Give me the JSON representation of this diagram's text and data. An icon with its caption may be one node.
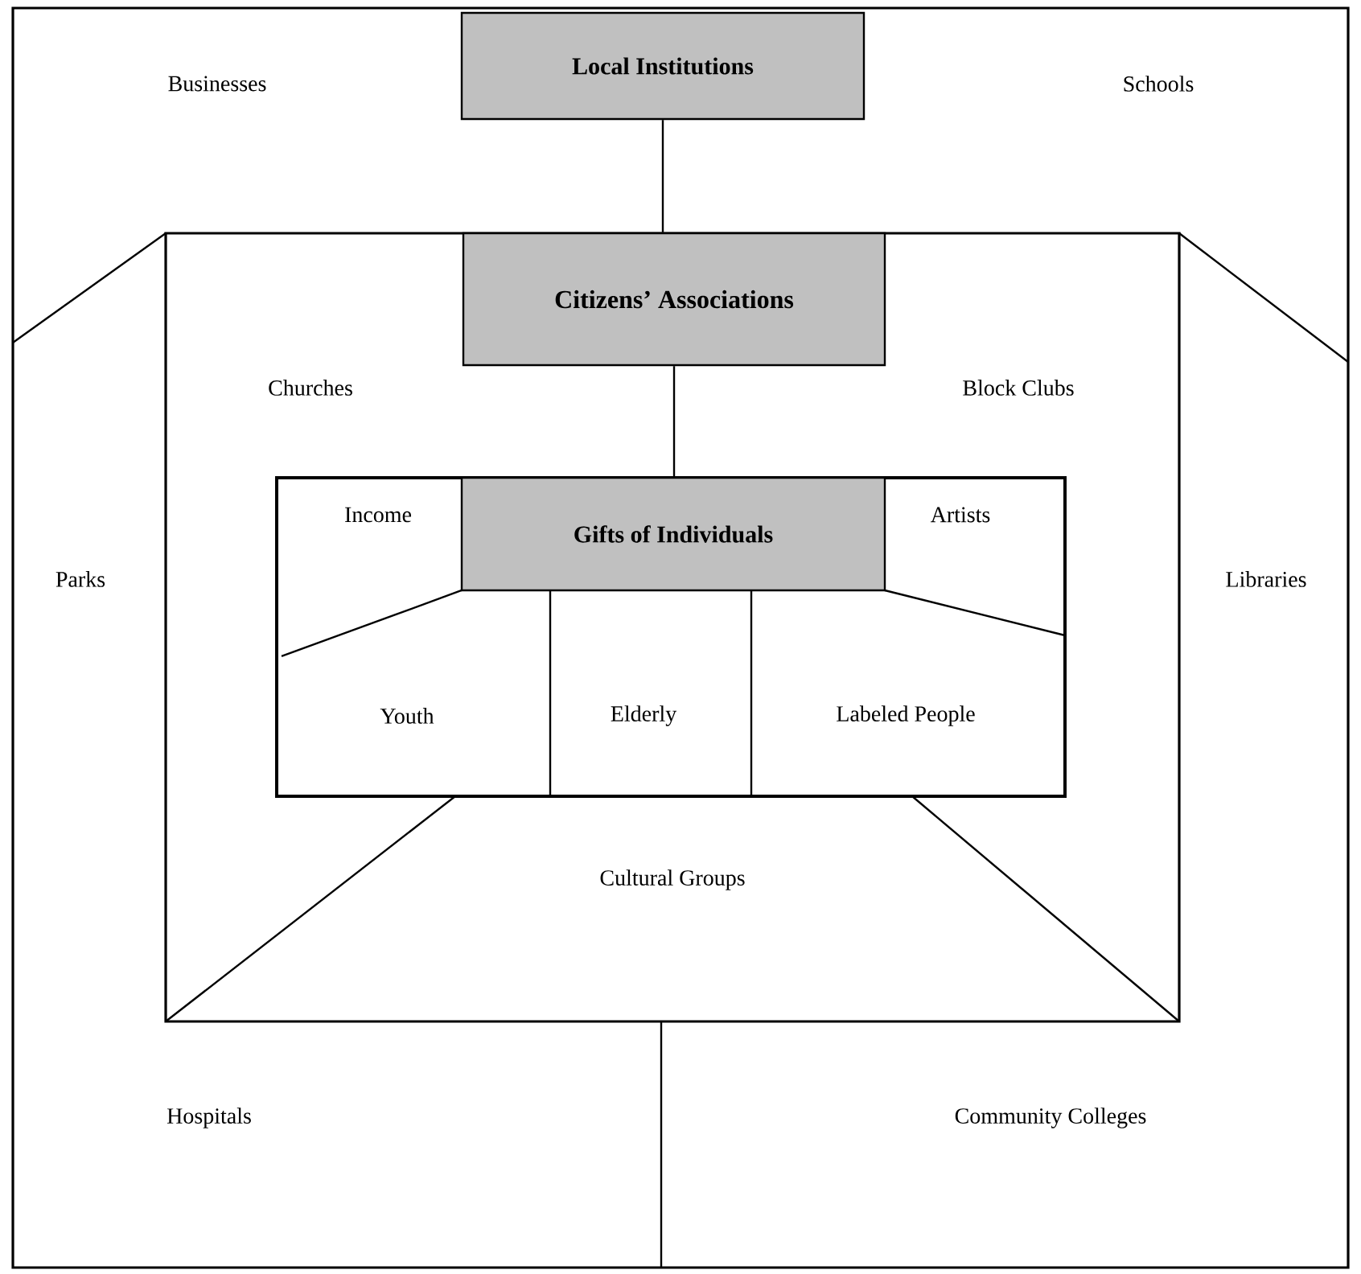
{
  "diagram": {
    "nodes": [
      {
        "text": [
          "Businesses",
          "Schools",
          "Parks",
          "Libraries",
          "Hospitals",
          "Community Colleges"
        ]
      },
      {
        "text": [
          "Local Institutions"
        ],
        "in": 0
      },
      {
        "text": [
          "Churches",
          "Block Clubs",
          "Cultural Groups"
        ],
        "in": 0
      },
      {
        "text": [
          "Citizens’ Associations"
        ],
        "in": 2
      },
      {
        "text": [
          "Income",
          "Artists"
        ],
        "in": 2
      },
      {
        "text": [
          "Gifts of Individuals"
        ],
        "in": 4
      },
      {
        "text": [
          "Youth"
        ],
        "in": 4
      },
      {
        "text": [
          "Elderly"
        ],
        "in": 4
      },
      {
        "text": [
          "Labeled People"
        ],
        "in": 4
      }
    ],
    "edges": [
      {
        "from": 1,
        "to": 3,
        "arrow": "none"
      },
      {
        "from": 3,
        "to": 5,
        "arrow": "none"
      }
    ]
  }
}
